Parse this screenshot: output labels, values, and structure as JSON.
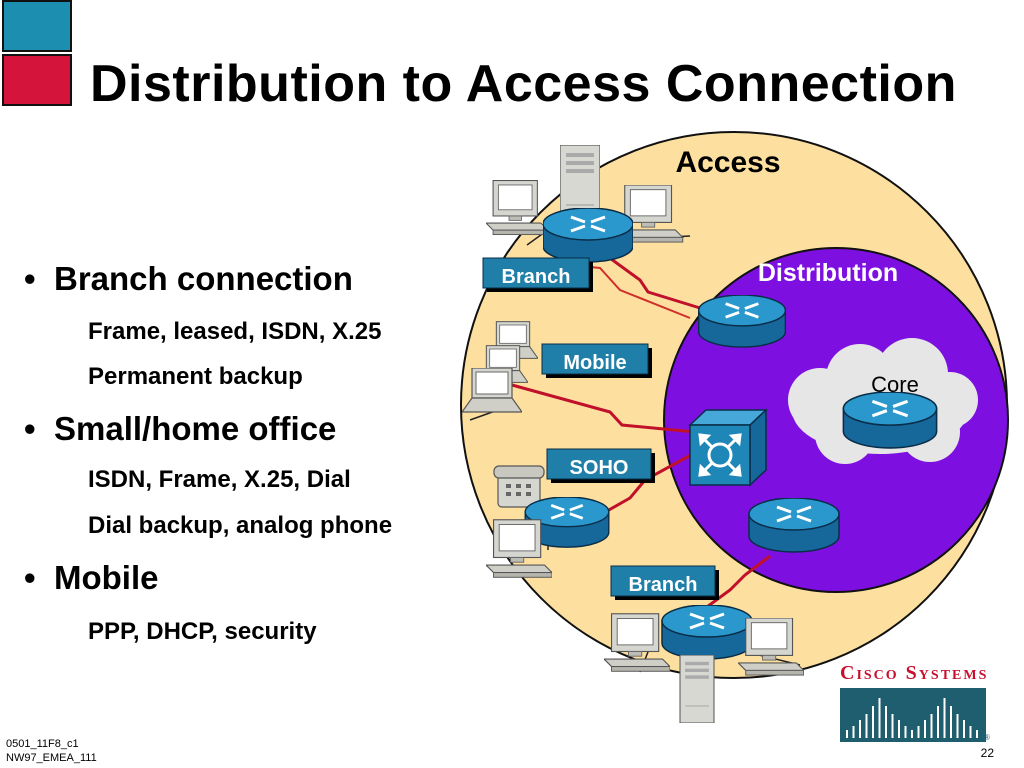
{
  "slide": {
    "title": "Distribution to Access Connection",
    "bullets": [
      {
        "label": "Branch connection",
        "subs": [
          "Frame, leased, ISDN, X.25",
          "Permanent backup"
        ]
      },
      {
        "label": "Small/home office",
        "subs": [
          "ISDN, Frame, X.25, Dial",
          "Dial backup, analog phone"
        ]
      },
      {
        "label": "Mobile",
        "subs": [
          "PPP, DHCP, security"
        ]
      }
    ],
    "bullet_symbol": "•",
    "footer_line1": "0501_11F8_c1",
    "footer_line2": "NW97_EMEA_111",
    "page_number": "22"
  },
  "diagram": {
    "access_label": "Access",
    "distribution_label": "Distribution",
    "core_label": "Core",
    "tags": {
      "branch_top": "Branch",
      "mobile": "Mobile",
      "soho": "SOHO",
      "branch_bottom": "Branch"
    }
  },
  "logo": {
    "text": "Cisco Systems",
    "trademark": "®"
  },
  "colors": {
    "accent_blue": "#1c8fb0",
    "accent_red": "#d4143a",
    "access_fill": "#fde0a0",
    "distribution_fill": "#7d10e0",
    "tag_fill": "#1f7fa8",
    "router_fill": "#1f86b8",
    "link_red": "#c0102a",
    "cisco_red": "#c8102e",
    "cisco_teal": "#1f5e6e"
  }
}
